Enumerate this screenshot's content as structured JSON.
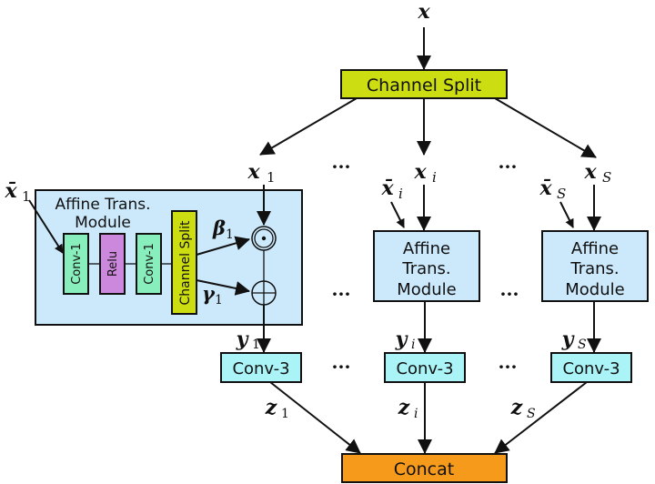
{
  "diagram": {
    "input": {
      "symbol": "x"
    },
    "top_split": {
      "label": "Channel Split",
      "color": "#ccdd11"
    },
    "branches": [
      {
        "x": "x",
        "x_sub": "1",
        "xbar": "x̄",
        "xbar_sub": "1",
        "y": "y",
        "y_sub": "1",
        "z": "z",
        "z_sub": "1",
        "conv": "Conv-3"
      },
      {
        "x": "x",
        "x_sub": "i",
        "xbar": "x̄",
        "xbar_sub": "i",
        "y": "y",
        "y_sub": "i",
        "z": "z",
        "z_sub": "i",
        "conv": "Conv-3"
      },
      {
        "x": "x",
        "x_sub": "S",
        "xbar": "x̄",
        "xbar_sub": "S",
        "y": "y",
        "y_sub": "S",
        "z": "z",
        "z_sub": "S",
        "conv": "Conv-3"
      }
    ],
    "ellipsis": "···",
    "expanded_module": {
      "title_line1": "Affine Trans.",
      "title_line2": "Module",
      "layers": [
        {
          "label": "Conv-1",
          "color": "#88eebb"
        },
        {
          "label": "Relu",
          "color": "#cc88dd"
        },
        {
          "label": "Conv-1",
          "color": "#88eebb"
        },
        {
          "label": "Channel Split",
          "color": "#ccdd11"
        }
      ],
      "beta": "β",
      "beta_sub": "1",
      "gamma": "γ",
      "gamma_sub": "1",
      "multiply_op": "odot",
      "add_op": "oplus",
      "color": "#cce8fb"
    },
    "collapsed_module": {
      "line1": "Affine",
      "line2": "Trans.",
      "line3": "Module",
      "color": "#cce8fb"
    },
    "conv3_color": "#aaf4f8",
    "concat": {
      "label": "Concat",
      "color": "#f59a1a"
    }
  }
}
